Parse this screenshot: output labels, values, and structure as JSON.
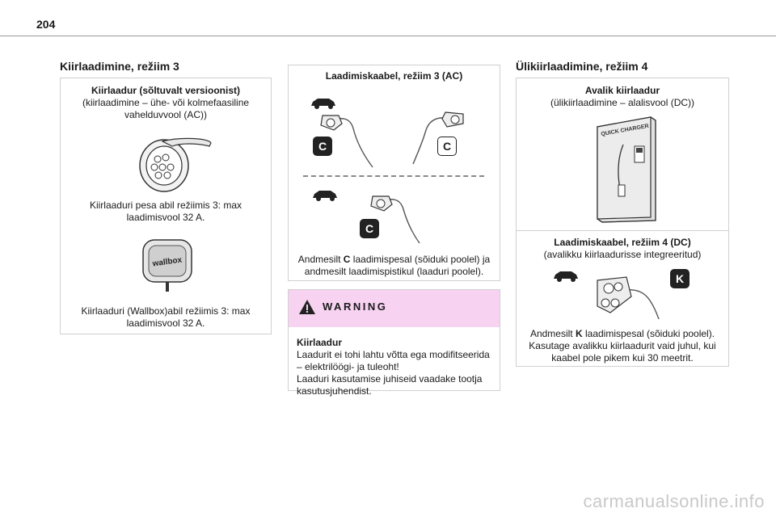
{
  "page_number": "204",
  "col1": {
    "title": "Kiirlaadimine, režiim 3",
    "box": {
      "heading": "Kiirlaadur (sõltuvalt versioonist)",
      "sub_line1": "(kiirlaadimine – ühe- või kolmefaasiline",
      "sub_line2": "vahelduvvool (AC))",
      "socket_caption1": "Kiirlaaduri pesa abil režiimis 3: max",
      "socket_caption2": "laadimisvool 32 A.",
      "wallbox_logo": "wallbox",
      "wallbox_caption1": "Kiirlaaduri (Wallbox)abil režiimis 3: max",
      "wallbox_caption2": "laadimisvool 32 A."
    }
  },
  "col2": {
    "cable_box": {
      "heading": "Laadimiskaabel, režiim 3 (AC)",
      "letter": "C",
      "caption_bold": "C",
      "caption1_rest": " laadimispesal (sõiduki poolel) ja",
      "caption1_prefix": "Andmesilt ",
      "caption2": "andmesilt laadimispistikul (laaduri poolel)."
    },
    "warning": {
      "title": "WARNING",
      "heading": "Kiirlaadur",
      "line1": "Laadurit ei tohi lahtu võtta ega modifitseerida",
      "line2": "– elektrilöögi- ja tuleoht!",
      "line3": "Laaduri kasutamise juhiseid vaadake tootja",
      "line4": "kasutusjuhendist."
    }
  },
  "col3": {
    "title": "Ülikiirlaadimine, režiim 4",
    "box": {
      "heading1": "Avalik kiirlaadur",
      "sub1": "(ülikiirlaadimine – alalisvool (DC))",
      "station_label": "QUICK CHARGER",
      "heading2": "Laadimiskaabel, režiim 4 (DC)",
      "sub2": "(avalikku kiirlaadurisse integreeritud)",
      "letter": "K",
      "caption1_prefix": "Andmesilt ",
      "caption_bold": "K",
      "caption1_rest": " laadimispesal (sõiduki poolel).",
      "caption2": "Kasutage avalikku kiirlaadurit vaid juhul, kui",
      "caption3": "kaabel pole pikem kui 30 meetrit."
    }
  },
  "watermark": "carmanualsonline.info",
  "colors": {
    "pink": "#f7d2f1",
    "badge": "#222222",
    "rule": "#9a9a9a"
  }
}
